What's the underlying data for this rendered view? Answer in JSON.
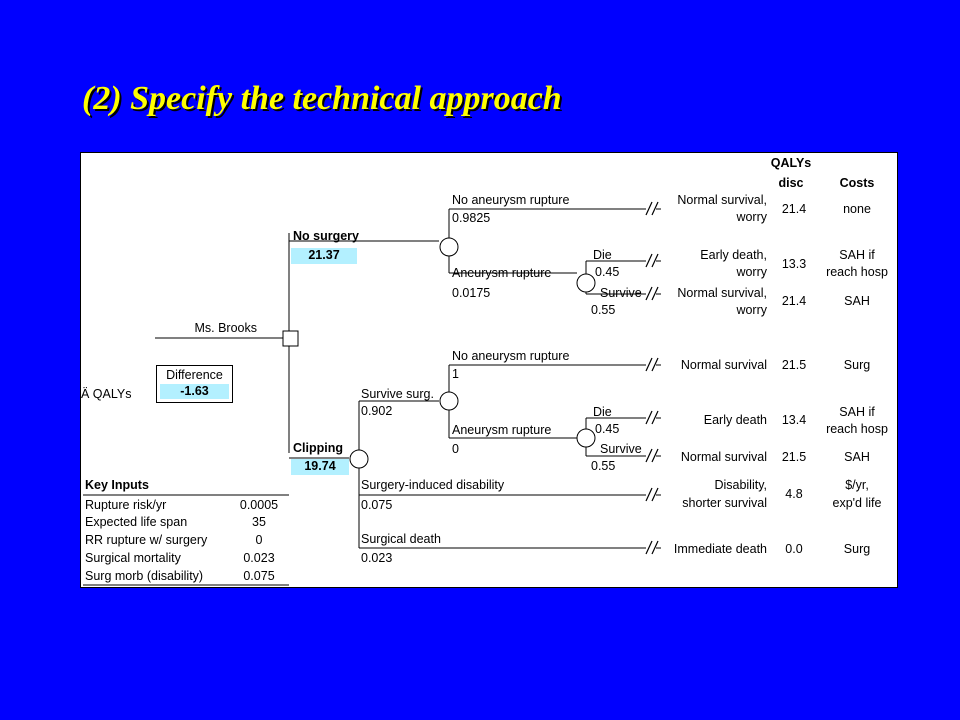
{
  "slide": {
    "title": "(2) Specify the technical approach"
  },
  "headers": {
    "qalys_line1": "QALYs",
    "qalys_line2": "disc",
    "costs": "Costs"
  },
  "root": {
    "label": "Ms. Brooks"
  },
  "difference": {
    "row_label": "Ä QALYs",
    "header": "Difference",
    "value": "-1.63"
  },
  "no_surgery": {
    "label": "No surgery",
    "value": "21.37",
    "no_rupture": {
      "label": "No aneurysm rupture",
      "prob": "0.9825"
    },
    "rupture": {
      "label": "Aneurysm rupture",
      "prob": "0.0175",
      "die": {
        "label": "Die",
        "prob": "0.45"
      },
      "survive": {
        "label": "Survive",
        "prob": "0.55"
      }
    }
  },
  "clipping": {
    "label": "Clipping",
    "value": "19.74",
    "survive_surg": {
      "label": "Survive surg.",
      "prob": "0.902",
      "no_rupture": {
        "label": "No aneurysm rupture",
        "prob": "1"
      },
      "rupture": {
        "label": "Aneurysm rupture",
        "prob": "0",
        "die": {
          "label": "Die",
          "prob": "0.45"
        },
        "survive": {
          "label": "Survive",
          "prob": "0.55"
        }
      }
    },
    "disability": {
      "label": "Surgery-induced disability",
      "prob": "0.075"
    },
    "death": {
      "label": "Surgical death",
      "prob": "0.023"
    }
  },
  "outcomes": [
    {
      "desc1": "Normal survival,",
      "desc2": "worry",
      "qaly": "21.4",
      "cost1": "none",
      "cost2": ""
    },
    {
      "desc1": "Early death,",
      "desc2": "worry",
      "qaly": "13.3",
      "cost1": "SAH if",
      "cost2": "reach hosp"
    },
    {
      "desc1": "Normal survival,",
      "desc2": "worry",
      "qaly": "21.4",
      "cost1": "SAH",
      "cost2": ""
    },
    {
      "desc1": "Normal survival",
      "desc2": "",
      "qaly": "21.5",
      "cost1": "Surg",
      "cost2": ""
    },
    {
      "desc1": "Early death",
      "desc2": "",
      "qaly": "13.4",
      "cost1": "SAH if",
      "cost2": "reach hosp"
    },
    {
      "desc1": "Normal survival",
      "desc2": "",
      "qaly": "21.5",
      "cost1": "SAH",
      "cost2": ""
    },
    {
      "desc1": "Disability,",
      "desc2": "shorter survival",
      "qaly": "4.8",
      "cost1": "$/yr,",
      "cost2": "exp'd life"
    },
    {
      "desc1": "Immediate death",
      "desc2": "",
      "qaly": "0.0",
      "cost1": "Surg",
      "cost2": ""
    }
  ],
  "key_inputs": {
    "title": "Key Inputs",
    "rows": [
      {
        "label": "Rupture risk/yr",
        "value": "0.0005"
      },
      {
        "label": "Expected life span",
        "value": "35"
      },
      {
        "label": "RR rupture w/ surgery",
        "value": "0"
      },
      {
        "label": "Surgical mortality",
        "value": "0.023"
      },
      {
        "label": "Surg morb (disability)",
        "value": "0.075"
      }
    ]
  }
}
